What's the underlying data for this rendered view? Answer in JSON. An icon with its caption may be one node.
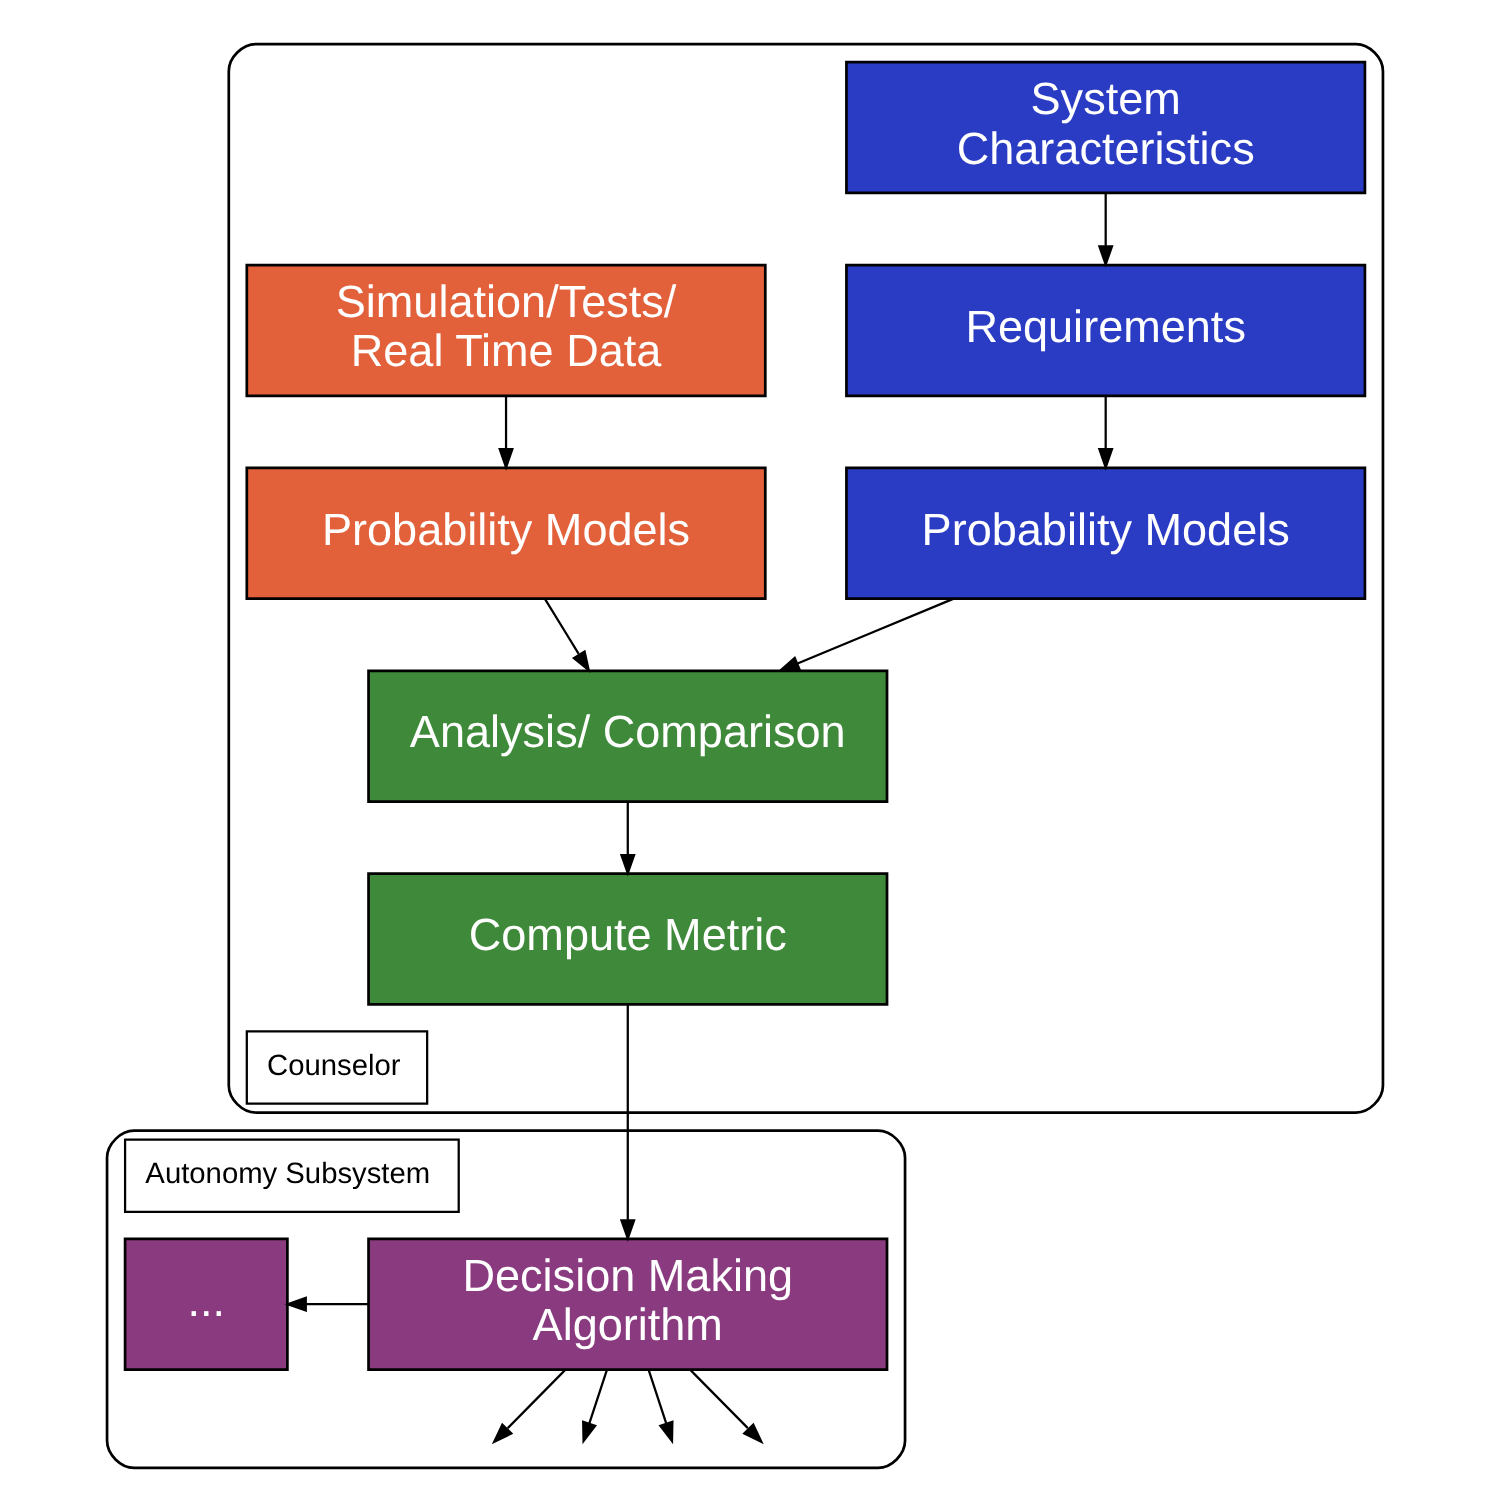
{
  "diagram": {
    "nodes": [
      {
        "text": [
          "Counselor"
        ]
      },
      {
        "text": [
          "System Characteristics"
        ],
        "in": 0
      },
      {
        "text": [
          "Simulation/Tests/ Real Time Data"
        ],
        "in": 0
      },
      {
        "text": [
          "Requirements"
        ],
        "in": 0
      },
      {
        "text": [
          "Probability Models"
        ],
        "in": 0
      },
      {
        "text": [
          "Probability Models"
        ],
        "in": 0
      },
      {
        "text": [
          "Analysis/ Comparison"
        ],
        "in": 0
      },
      {
        "text": [
          "Compute Metric"
        ],
        "in": 0
      },
      {
        "text": [
          "Autonomy Subsystem"
        ]
      },
      {
        "text": [
          "Decision Making Algorithm"
        ],
        "in": 8
      },
      {
        "text": [
          "..."
        ],
        "in": 8
      }
    ],
    "edges": [
      {
        "from": 1,
        "to": 3,
        "arrow": "to"
      },
      {
        "from": 2,
        "to": 4,
        "arrow": "to"
      },
      {
        "from": 3,
        "to": 5,
        "arrow": "to"
      },
      {
        "from": 4,
        "to": 6,
        "arrow": "to"
      },
      {
        "from": 5,
        "to": 6,
        "arrow": "to"
      },
      {
        "from": 6,
        "to": 7,
        "arrow": "to"
      },
      {
        "from": 7,
        "to": 9,
        "arrow": "to"
      },
      {
        "from": 9,
        "to": 10,
        "arrow": "to"
      },
      {
        "from": 9,
        "to": null,
        "arrow": "to"
      },
      {
        "from": 9,
        "to": null,
        "arrow": "to"
      },
      {
        "from": 9,
        "to": null,
        "arrow": "to"
      },
      {
        "from": 9,
        "to": null,
        "arrow": "to"
      }
    ]
  }
}
